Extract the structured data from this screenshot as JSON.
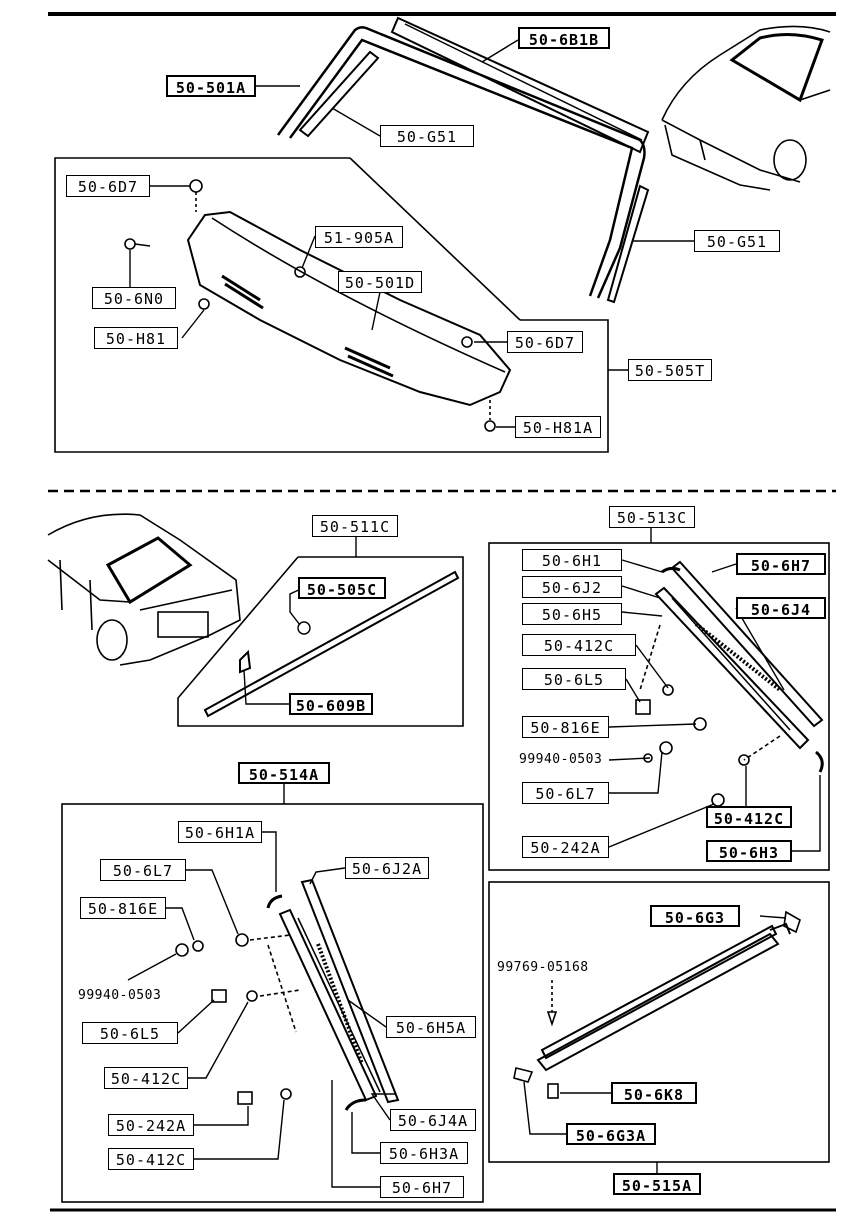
{
  "top": {
    "part_501A": "50-501A",
    "part_6B1B": "50-6B1B",
    "part_G51_upper": "50-G51",
    "part_G51_right": "50-G51",
    "part_6D7_left": "50-6D7",
    "part_905A": "51-905A",
    "part_6N0": "50-6N0",
    "part_501D": "50-501D",
    "part_H81": "50-H81",
    "part_6D7_right": "50-6D7",
    "part_505T": "50-505T",
    "part_H81A": "50-H81A"
  },
  "group_511C": {
    "title": "50-511C",
    "part_505C": "50-505C",
    "part_609B": "50-609B"
  },
  "group_513C": {
    "title": "50-513C",
    "part_6H1": "50-6H1",
    "part_6J2": "50-6J2",
    "part_6H5": "50-6H5",
    "part_412C_a": "50-412C",
    "part_6L5": "50-6L5",
    "part_816E": "50-816E",
    "part_99940": "99940-0503",
    "part_6L7": "50-6L7",
    "part_242A": "50-242A",
    "part_6H7": "50-6H7",
    "part_6J4": "50-6J4",
    "part_412C_b": "50-412C",
    "part_6H3": "50-6H3"
  },
  "group_514A": {
    "title": "50-514A",
    "part_6H1A": "50-6H1A",
    "part_6L7": "50-6L7",
    "part_816E": "50-816E",
    "part_99940": "99940-0503",
    "part_6L5": "50-6L5",
    "part_412C_a": "50-412C",
    "part_242A": "50-242A",
    "part_412C_b": "50-412C",
    "part_6J2A": "50-6J2A",
    "part_6H5A": "50-6H5A",
    "part_6J4A": "50-6J4A",
    "part_6H3A": "50-6H3A",
    "part_6H7": "50-6H7"
  },
  "group_515A": {
    "title": "50-515A",
    "part_6G3": "50-6G3",
    "part_99769": "99769-05168",
    "part_6K8": "50-6K8",
    "part_6G3A": "50-6G3A"
  }
}
